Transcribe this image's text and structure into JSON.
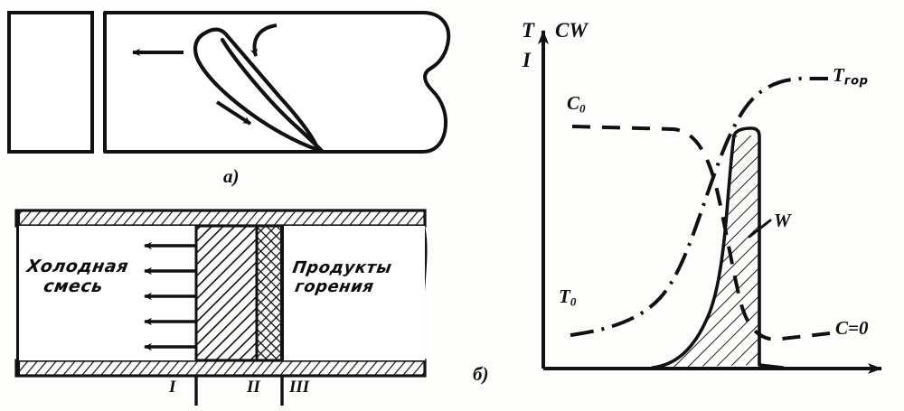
{
  "figure": {
    "panel_a": {
      "caption": "а)",
      "description": "flame tongue propagating in a tube"
    },
    "panel_b_pipe": {
      "left_region_label_line1": "Холодная",
      "left_region_label_line2": "смесь",
      "right_region_label_line1": "Продукты",
      "right_region_label_line2": "горения",
      "zones": [
        "I",
        "II",
        "III"
      ],
      "arrow_count": 5
    },
    "panel_b_chart": {
      "caption": "б)"
    }
  },
  "chart_data": {
    "type": "line",
    "title": "",
    "ylabel_primary": "T",
    "ylabel_secondary": "CW",
    "ylabel_extra": "I",
    "xlabel": "",
    "grid": false,
    "legend_position": "inline-annotations",
    "axis": {
      "x_range": [
        0,
        1
      ],
      "y_range": [
        0,
        1
      ],
      "x_axis_arrow": true,
      "y_axis_arrow": true
    },
    "annotations": [
      {
        "name": "C0",
        "text": "C",
        "subscript": "0",
        "position": "upper-left"
      },
      {
        "name": "T0",
        "text": "T",
        "subscript": "0",
        "position": "lower-left"
      },
      {
        "name": "Tgor",
        "text": "T",
        "subscript": "гор",
        "position": "upper-right"
      },
      {
        "name": "C=0",
        "text": "C=0",
        "subscript": "",
        "position": "lower-right"
      },
      {
        "name": "W",
        "text": "W",
        "subscript": "",
        "position": "middle-right"
      }
    ],
    "series": [
      {
        "name": "C",
        "label_start": "C0",
        "label_end": "C=0",
        "style": "dashed",
        "description": "concentration falls from C0 plateau to zero across the flame front",
        "x": [
          0.07,
          0.2,
          0.33,
          0.42,
          0.48,
          0.53,
          0.58,
          0.63,
          0.68,
          0.75,
          0.88,
          1.0
        ],
        "y": [
          0.79,
          0.79,
          0.78,
          0.72,
          0.6,
          0.45,
          0.3,
          0.18,
          0.11,
          0.08,
          0.07,
          0.07
        ]
      },
      {
        "name": "T",
        "label_start": "T0",
        "label_end": "Tgor",
        "style": "dash-dot",
        "description": "temperature rises from T0 plateau to the combustion temperature Tgor",
        "x": [
          0.07,
          0.2,
          0.33,
          0.42,
          0.5,
          0.57,
          0.63,
          0.68,
          0.73,
          0.8,
          0.9,
          1.0
        ],
        "y": [
          0.1,
          0.12,
          0.15,
          0.2,
          0.3,
          0.46,
          0.62,
          0.78,
          0.88,
          0.91,
          0.92,
          0.92
        ]
      },
      {
        "name": "W",
        "label_end": "W",
        "style": "solid-hatched",
        "description": "reaction rate peak, sharply rising then dropping vertically; hatched area under curve",
        "x": [
          0.33,
          0.45,
          0.53,
          0.6,
          0.66,
          0.7,
          0.735,
          0.745,
          0.75,
          0.78,
          0.85,
          1.0
        ],
        "y": [
          0.0,
          0.02,
          0.06,
          0.12,
          0.24,
          0.42,
          0.82,
          0.84,
          0.12,
          0.04,
          0.01,
          0.0
        ]
      }
    ]
  }
}
